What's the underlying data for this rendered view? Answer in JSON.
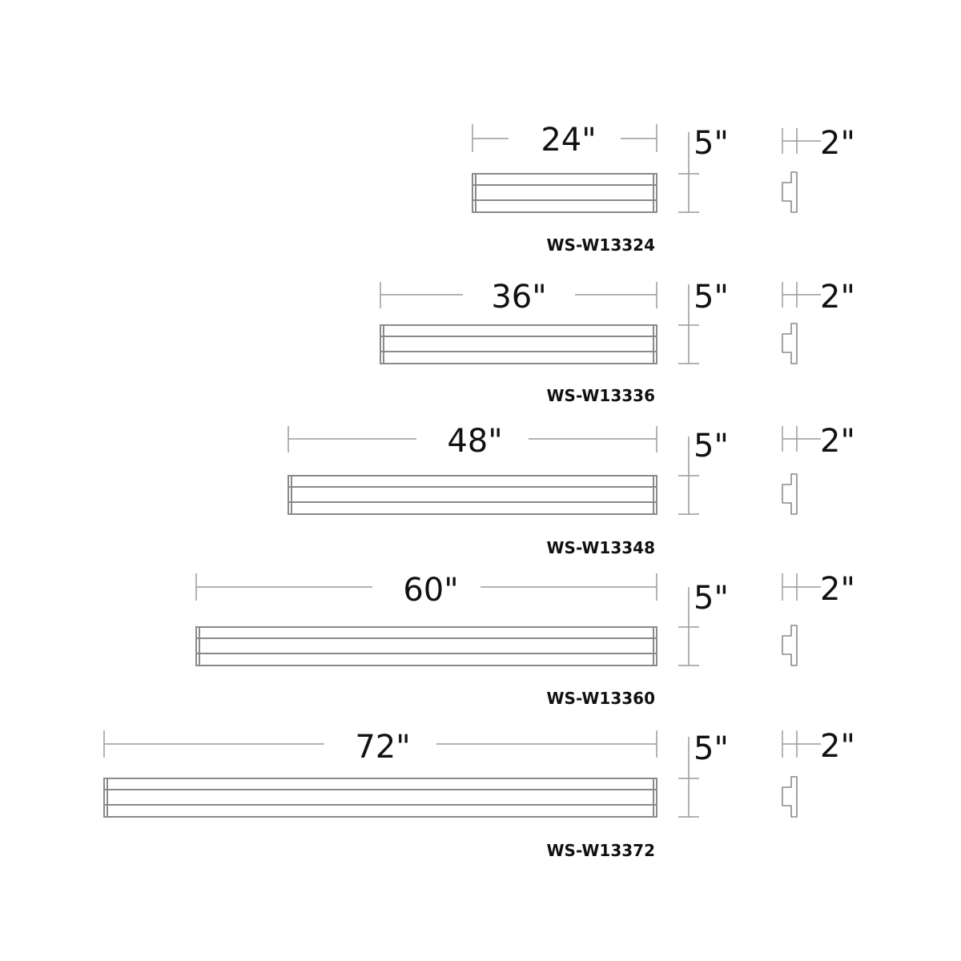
{
  "fixtures": [
    {
      "model": "WS-W13324",
      "length": "24\"",
      "height": "5\"",
      "depth": "2\""
    },
    {
      "model": "WS-W13336",
      "length": "36\"",
      "height": "5\"",
      "depth": "2\""
    },
    {
      "model": "WS-W13348",
      "length": "48\"",
      "height": "5\"",
      "depth": "2\""
    },
    {
      "model": "WS-W13360",
      "length": "60\"",
      "height": "5\"",
      "depth": "2\""
    },
    {
      "model": "WS-W13372",
      "length": "72\"",
      "height": "5\"",
      "depth": "2\""
    }
  ]
}
